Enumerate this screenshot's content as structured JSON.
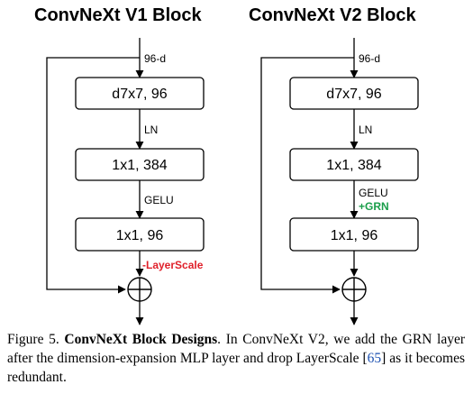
{
  "diagrams": {
    "v1": {
      "title": "ConvNeXt V1 Block",
      "input_label": "96-d",
      "boxes": [
        "d7x7, 96",
        "1x1, 384",
        "1x1, 96"
      ],
      "edge1_label": "LN",
      "edge2_label": "GELU",
      "edge3_label": "-LayerScale"
    },
    "v2": {
      "title": "ConvNeXt V2 Block",
      "input_label": "96-d",
      "boxes": [
        "d7x7, 96",
        "1x1, 384",
        "1x1, 96"
      ],
      "edge1_label": "LN",
      "edge2_label": "GELU",
      "edge2_extra": "+GRN"
    }
  },
  "caption": {
    "fig": "Figure 5.",
    "bold": "ConvNeXt Block Designs",
    "text1": ". In ConvNeXt V2, we add the GRN layer after the dimension-expansion MLP layer and drop LayerScale [",
    "ref": "65",
    "text2": "] as it becomes redundant."
  },
  "colors": {
    "red_label": "#e0202a",
    "green_label": "#1a9e4a",
    "ref_link": "#1a4fb0"
  }
}
